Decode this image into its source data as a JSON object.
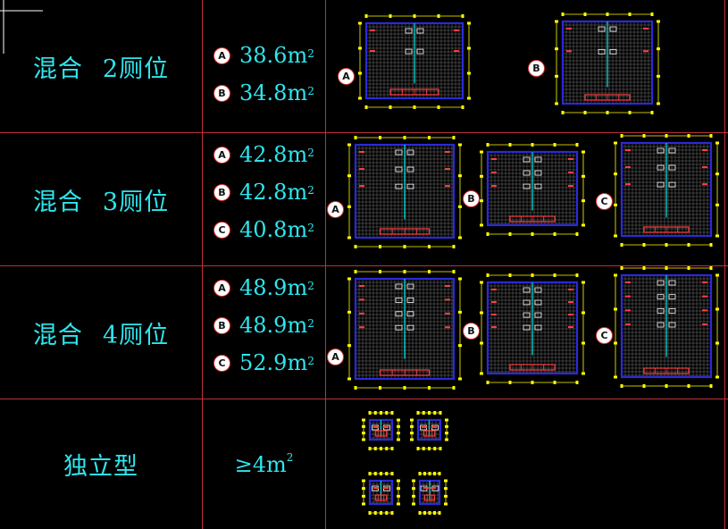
{
  "rows": [
    {
      "label": "混合",
      "count": "2厕位",
      "areas": [
        {
          "letter": "A",
          "value": "38.6m",
          "unit": "2"
        },
        {
          "letter": "B",
          "value": "34.8m",
          "unit": "2"
        }
      ],
      "plan_letters": [
        "A",
        "B"
      ]
    },
    {
      "label": "混合",
      "count": "3厕位",
      "areas": [
        {
          "letter": "A",
          "value": "42.8m",
          "unit": "2"
        },
        {
          "letter": "B",
          "value": "42.8m",
          "unit": "2"
        },
        {
          "letter": "C",
          "value": "40.8m",
          "unit": "2"
        }
      ],
      "plan_letters": [
        "A",
        "B",
        "C"
      ]
    },
    {
      "label": "混合",
      "count": "4厕位",
      "areas": [
        {
          "letter": "A",
          "value": "48.9m",
          "unit": "2"
        },
        {
          "letter": "B",
          "value": "48.9m",
          "unit": "2"
        },
        {
          "letter": "C",
          "value": "52.9m",
          "unit": "2"
        }
      ],
      "plan_letters": [
        "A",
        "B",
        "C"
      ]
    },
    {
      "label": "独立型",
      "count": "",
      "single_area": "≥4m",
      "single_unit": "2"
    }
  ],
  "colors": {
    "text": "#2ee6ee",
    "grid": "#c0303a",
    "wall": "#2a2ad8",
    "dimension": "#ffff00",
    "tile": "#8a8a8a",
    "fixture": "#ff4040",
    "badge_ring": "#e23030"
  }
}
